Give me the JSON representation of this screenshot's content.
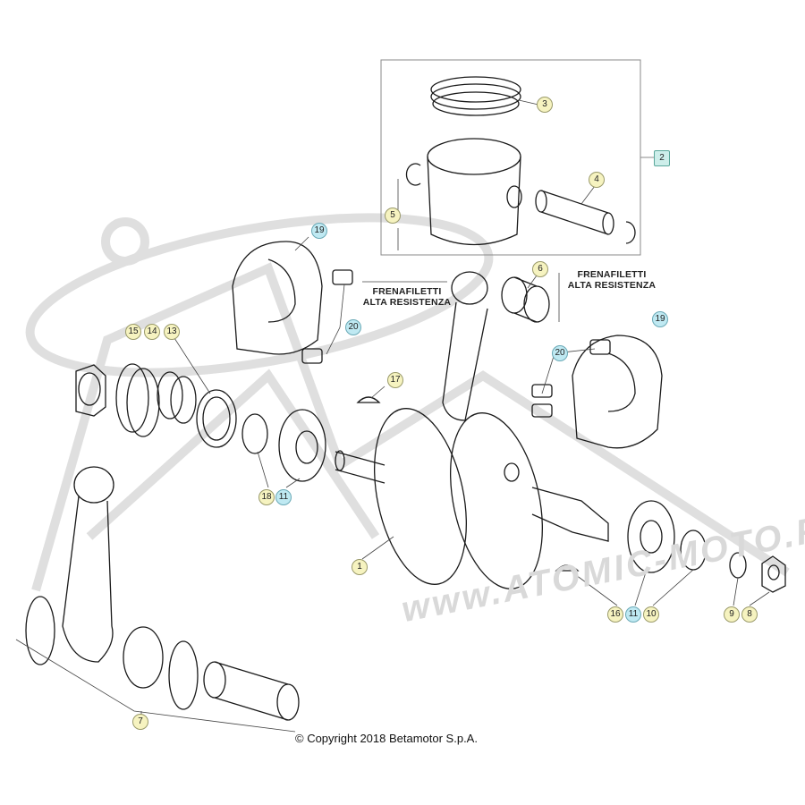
{
  "diagram": {
    "callouts": [
      {
        "id": "c3",
        "label": "3",
        "style": "yellow"
      },
      {
        "id": "c2",
        "label": "2",
        "style": "square"
      },
      {
        "id": "c4",
        "label": "4",
        "style": "yellow"
      },
      {
        "id": "c5",
        "label": "5",
        "style": "yellow"
      },
      {
        "id": "c19a",
        "label": "19",
        "style": "cyan"
      },
      {
        "id": "c6",
        "label": "6",
        "style": "yellow"
      },
      {
        "id": "c19b",
        "label": "19",
        "style": "cyan"
      },
      {
        "id": "c20a",
        "label": "20",
        "style": "cyan"
      },
      {
        "id": "c20b",
        "label": "20",
        "style": "cyan"
      },
      {
        "id": "c15",
        "label": "15",
        "style": "yellow"
      },
      {
        "id": "c14",
        "label": "14",
        "style": "yellow"
      },
      {
        "id": "c13",
        "label": "13",
        "style": "yellow"
      },
      {
        "id": "c17",
        "label": "17",
        "style": "yellow"
      },
      {
        "id": "c18",
        "label": "18",
        "style": "yellow"
      },
      {
        "id": "c11a",
        "label": "11",
        "style": "cyan"
      },
      {
        "id": "c1",
        "label": "1",
        "style": "yellow"
      },
      {
        "id": "c16",
        "label": "16",
        "style": "yellow"
      },
      {
        "id": "c11b",
        "label": "11",
        "style": "cyan"
      },
      {
        "id": "c10",
        "label": "10",
        "style": "yellow"
      },
      {
        "id": "c9",
        "label": "9",
        "style": "yellow"
      },
      {
        "id": "c8",
        "label": "8",
        "style": "yellow"
      },
      {
        "id": "c7",
        "label": "7",
        "style": "yellow"
      }
    ],
    "notes": {
      "threadlock_left_line1": "FRENAFILETTI",
      "threadlock_left_line2": "ALTA RESISTENZA",
      "threadlock_right_line1": "FRENAFILETTI",
      "threadlock_right_line2": "ALTA RESISTENZA"
    },
    "copyright": "© Copyright 2018 Betamotor S.p.A.",
    "watermark": "www.ATOMIC-MOTO.FR",
    "colors": {
      "line": "#1a1a1a",
      "callout_yellow": "#f6f3c0",
      "callout_cyan": "#bfe9f2",
      "watermark": "#d9d9d9"
    }
  }
}
